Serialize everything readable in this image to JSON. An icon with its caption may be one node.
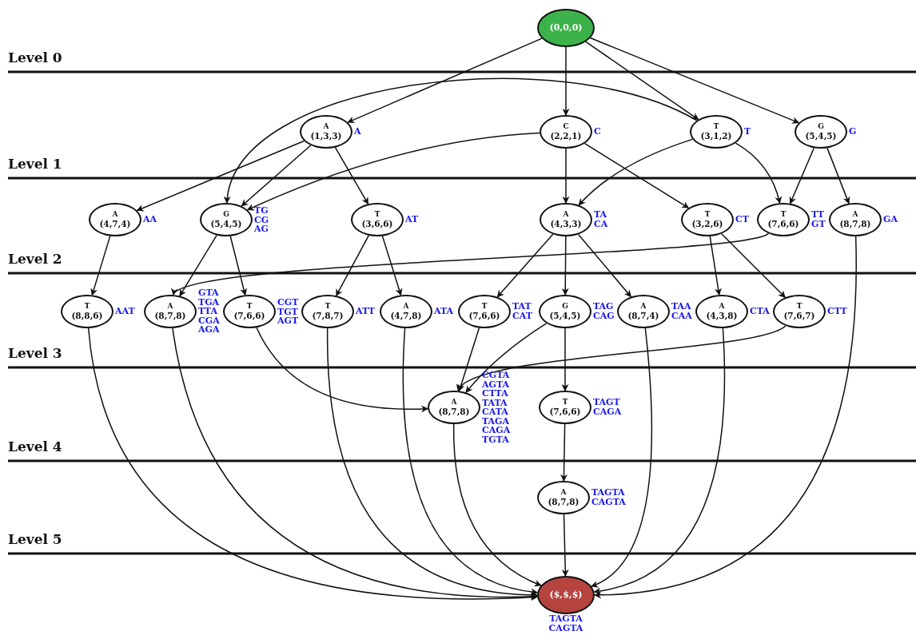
{
  "diagram": {
    "nodes": [
      {
        "text": [
          "(0,0,0)"
        ]
      },
      {
        "text": [
          "A",
          "(1,3,3)"
        ],
        "beside": [
          "A"
        ]
      },
      {
        "text": [
          "C",
          "(2,2,1)"
        ],
        "beside": [
          "C"
        ]
      },
      {
        "text": [
          "T",
          "(3,1,2)"
        ],
        "beside": [
          "T"
        ]
      },
      {
        "text": [
          "G",
          "(5,4,5)"
        ],
        "beside": [
          "G"
        ]
      },
      {
        "text": [
          "A",
          "(4,7,4)"
        ],
        "beside": [
          "AA"
        ]
      },
      {
        "text": [
          "G",
          "(5,4,5)"
        ],
        "beside": [
          "TG",
          "CG",
          "AG"
        ]
      },
      {
        "text": [
          "T",
          "(3,6,6)"
        ],
        "beside": [
          "AT"
        ]
      },
      {
        "text": [
          "A",
          "(4,3,3)"
        ],
        "beside": [
          "TA",
          "CA"
        ]
      },
      {
        "text": [
          "T",
          "(3,2,6)"
        ],
        "beside": [
          "CT"
        ]
      },
      {
        "text": [
          "T",
          "(7,6,6)"
        ],
        "beside": [
          "TT",
          "GT"
        ]
      },
      {
        "text": [
          "A",
          "(8,7,8)"
        ],
        "beside": [
          "GA"
        ]
      },
      {
        "text": [
          "T",
          "(8,8,6)"
        ],
        "beside": [
          "AAT"
        ]
      },
      {
        "text": [
          "A",
          "(8,7,8)"
        ],
        "beside": [
          "GTA",
          "TGA",
          "TTA",
          "CGA",
          "AGA"
        ]
      },
      {
        "text": [
          "T",
          "(7,6,6)"
        ],
        "beside": [
          "CGT",
          "TGT",
          "AGT"
        ]
      },
      {
        "text": [
          "T",
          "(7,8,7)"
        ],
        "beside": [
          "ATT"
        ]
      },
      {
        "text": [
          "A",
          "(4,7,8)"
        ],
        "beside": [
          "ATA"
        ]
      },
      {
        "text": [
          "T",
          "(7,6,6)"
        ],
        "beside": [
          "TAT",
          "CAT"
        ]
      },
      {
        "text": [
          "G",
          "(5,4,5)"
        ],
        "beside": [
          "TAG",
          "CAG"
        ]
      },
      {
        "text": [
          "A",
          "(8,7,4)"
        ],
        "beside": [
          "TAA",
          "CAA"
        ]
      },
      {
        "text": [
          "A",
          "(4,3,8)"
        ],
        "beside": [
          "CTA"
        ]
      },
      {
        "text": [
          "T",
          "(7,6,7)"
        ],
        "beside": [
          "CTT"
        ]
      },
      {
        "text": [
          "A",
          "(8,7,8)"
        ],
        "beside": [
          "CGTA",
          "AGTA",
          "CTTA",
          "TATA",
          "CATA",
          "TAGA",
          "CAGA",
          "TGTA"
        ]
      },
      {
        "text": [
          "T",
          "(7,6,6)"
        ],
        "beside": [
          "TAGT",
          "CAGA"
        ]
      },
      {
        "text": [
          "A",
          "(8,7,8)"
        ],
        "beside": [
          "TAGTA",
          "CAGTA"
        ]
      },
      {
        "text": [
          "($,$,$)"
        ],
        "beside": [
          "TAGTA",
          "CAGTA"
        ]
      }
    ],
    "edges": [
      {
        "from": 0,
        "to": 1,
        "arrow": "to"
      },
      {
        "from": 0,
        "to": 2,
        "arrow": "to"
      },
      {
        "from": 0,
        "to": 3,
        "arrow": "to"
      },
      {
        "from": 0,
        "to": 4,
        "arrow": "to"
      },
      {
        "from": 1,
        "to": 5,
        "arrow": "to"
      },
      {
        "from": 1,
        "to": 6,
        "arrow": "to"
      },
      {
        "from": 1,
        "to": 7,
        "arrow": "to"
      },
      {
        "from": 2,
        "to": 6,
        "arrow": "to"
      },
      {
        "from": 3,
        "to": 6,
        "arrow": "to"
      },
      {
        "from": 2,
        "to": 8,
        "arrow": "to"
      },
      {
        "from": 2,
        "to": 9,
        "arrow": "to"
      },
      {
        "from": 3,
        "to": 8,
        "arrow": "to"
      },
      {
        "from": 3,
        "to": 10,
        "arrow": "to"
      },
      {
        "from": 4,
        "to": 10,
        "arrow": "to"
      },
      {
        "from": 4,
        "to": 11,
        "arrow": "to"
      },
      {
        "from": 5,
        "to": 12,
        "arrow": "to"
      },
      {
        "from": 6,
        "to": 13,
        "arrow": "to"
      },
      {
        "from": 6,
        "to": 14,
        "arrow": "to"
      },
      {
        "from": 10,
        "to": 13,
        "arrow": "to"
      },
      {
        "from": 7,
        "to": 15,
        "arrow": "to"
      },
      {
        "from": 7,
        "to": 16,
        "arrow": "to"
      },
      {
        "from": 8,
        "to": 17,
        "arrow": "to"
      },
      {
        "from": 8,
        "to": 18,
        "arrow": "to"
      },
      {
        "from": 8,
        "to": 19,
        "arrow": "to"
      },
      {
        "from": 9,
        "to": 20,
        "arrow": "to"
      },
      {
        "from": 9,
        "to": 21,
        "arrow": "to"
      },
      {
        "from": 14,
        "to": 22,
        "arrow": "to"
      },
      {
        "from": 17,
        "to": 22,
        "arrow": "to"
      },
      {
        "from": 18,
        "to": 22,
        "arrow": "to"
      },
      {
        "from": 21,
        "to": 22,
        "arrow": "to"
      },
      {
        "from": 18,
        "to": 23,
        "arrow": "to"
      },
      {
        "from": 23,
        "to": 24,
        "arrow": "to"
      },
      {
        "from": 12,
        "to": 25,
        "arrow": "to"
      },
      {
        "from": 13,
        "to": 25,
        "arrow": "to"
      },
      {
        "from": 15,
        "to": 25,
        "arrow": "to"
      },
      {
        "from": 16,
        "to": 25,
        "arrow": "to"
      },
      {
        "from": 22,
        "to": 25,
        "arrow": "to"
      },
      {
        "from": 24,
        "to": 25,
        "arrow": "to"
      },
      {
        "from": 19,
        "to": 25,
        "arrow": "to"
      },
      {
        "from": 20,
        "to": 25,
        "arrow": "to"
      },
      {
        "from": 11,
        "to": 25,
        "arrow": "to"
      }
    ],
    "labels": [
      "Level 0",
      "Level 1",
      "Level 2",
      "Level 3",
      "Level 4",
      "Level 5"
    ]
  }
}
